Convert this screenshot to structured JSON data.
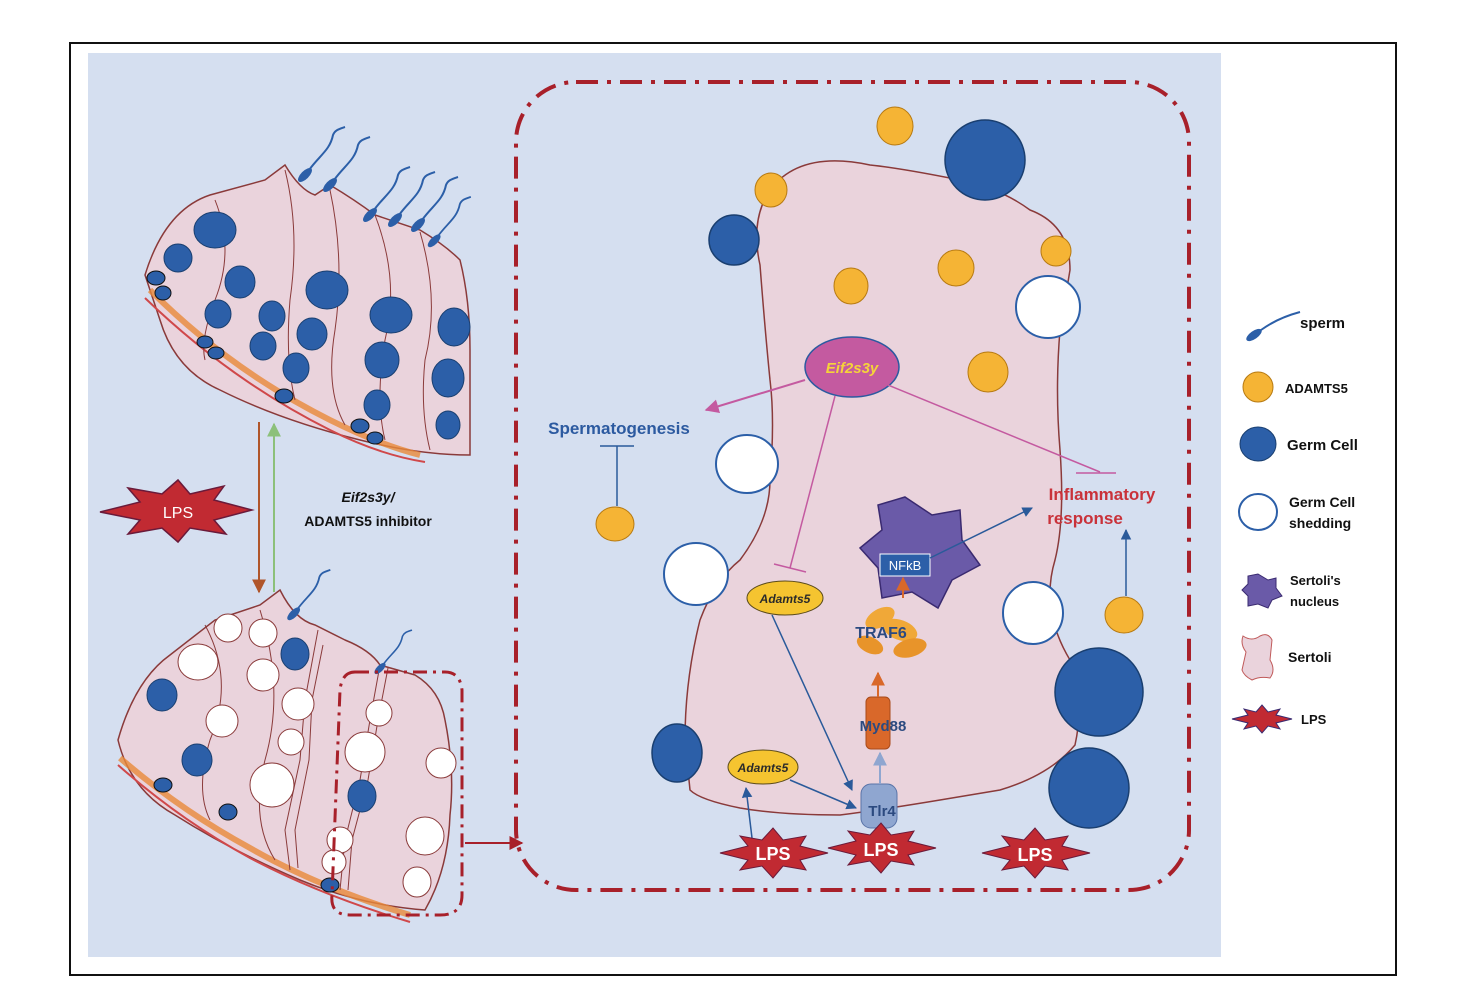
{
  "lps_label": "LPS",
  "left_mid": {
    "eif_label": "Eif2s3y/",
    "inhibitor_label": "ADAMTS5 inhibitor"
  },
  "cell": {
    "eif2s3y": "Eif2s3y",
    "spermatogenesis": "Spermatogenesis",
    "inflammatory_line1": "Inflammatory",
    "inflammatory_line2": "response",
    "nfkb": "NFkB",
    "traf6": "TRAF6",
    "myd88": "Myd88",
    "tlr4": "Tlr4",
    "adamts5_upper": "Adamts5",
    "adamts5_lower": "Adamts5"
  },
  "legend": {
    "items": [
      {
        "icon": "sperm-icon",
        "label": "sperm"
      },
      {
        "icon": "adamts5-dot-icon",
        "label": "ADAMTS5"
      },
      {
        "icon": "germ-cell-icon",
        "label": "Germ Cell"
      },
      {
        "icon": "germ-cell-shedding-icon",
        "label_line1": "Germ Cell",
        "label_line2": "shedding"
      },
      {
        "icon": "sertoli-nucleus-icon",
        "label_line1": "Sertoli's",
        "label_line2": "nucleus"
      },
      {
        "icon": "sertoli-icon",
        "label": "Sertoli"
      },
      {
        "icon": "lps-icon",
        "label": "LPS"
      }
    ]
  },
  "colors": {
    "background": "#d5dff0",
    "sertoli": "#ead3dc",
    "germ_cell": "#2c5fa8",
    "adamts5": "#f5b435",
    "dashed_border": "#a8202a",
    "lps": "#c12a32",
    "eif": "#c45aa0",
    "arrow_blue": "#2a5a9a",
    "text_blue": "#2c5aa0",
    "text_red": "#c9323a"
  }
}
